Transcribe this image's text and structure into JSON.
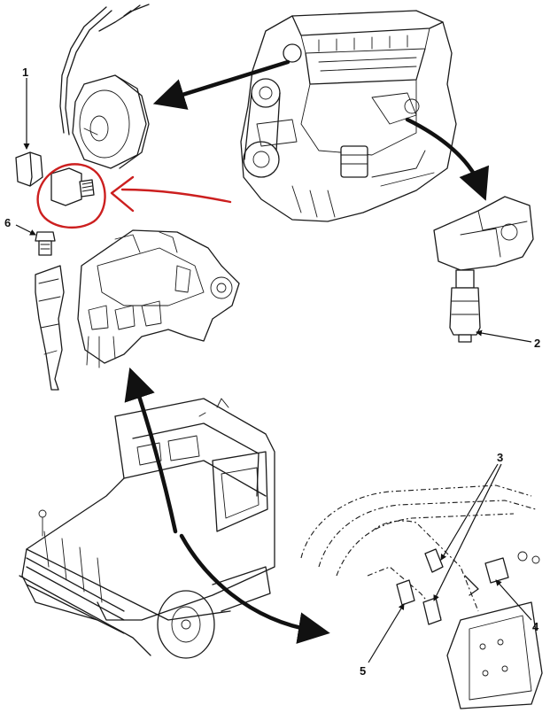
{
  "callouts": [
    {
      "id": "1",
      "label": "1"
    },
    {
      "id": "2",
      "label": "2"
    },
    {
      "id": "3",
      "label": "3"
    },
    {
      "id": "4",
      "label": "4"
    },
    {
      "id": "5",
      "label": "5"
    },
    {
      "id": "6",
      "label": "6"
    }
  ],
  "colors": {
    "line": "#1a1a1a",
    "annotation": "#cc1f1f",
    "background": "#ffffff"
  }
}
